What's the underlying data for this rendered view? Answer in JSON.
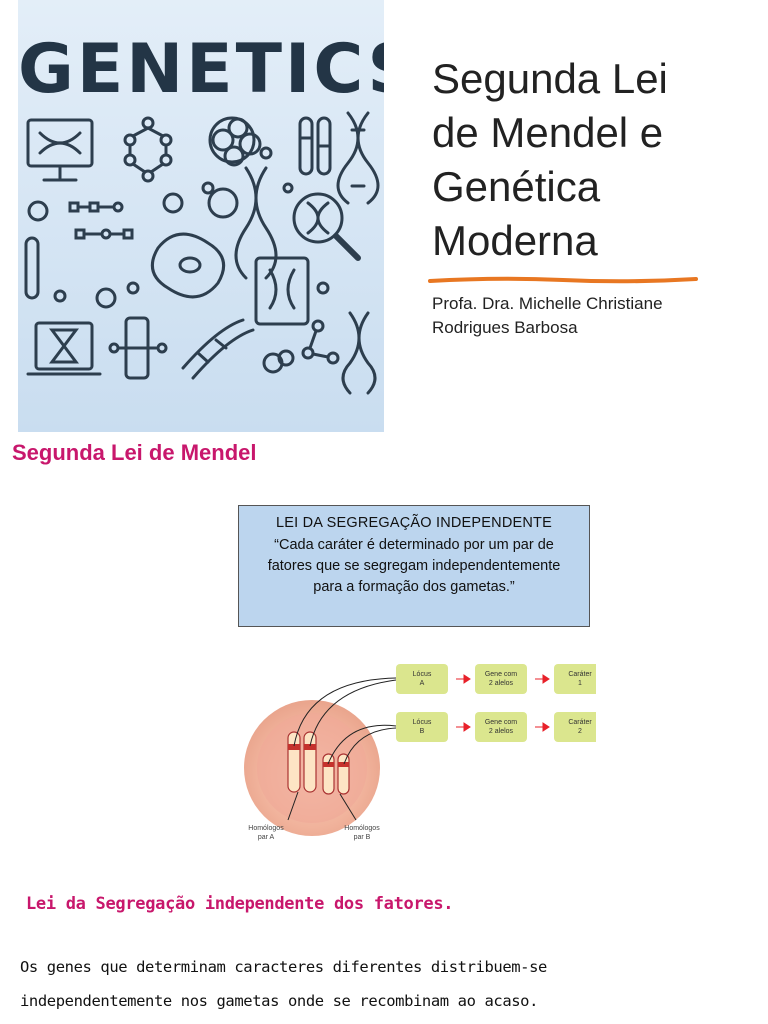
{
  "cover": {
    "title": "GENETICS"
  },
  "header": {
    "title_lines": [
      "Segunda Lei",
      "de Mendel e",
      "Genética",
      "Moderna"
    ],
    "rule_color": "#e87722",
    "author_lines": [
      "Profa. Dra. Michelle Christiane",
      "Rodrigues Barbosa"
    ]
  },
  "section": {
    "title": "Segunda Lei de Mendel"
  },
  "law_box": {
    "heading": "LEI DA SEGREGAÇÃO INDEPENDENTE",
    "quote_lines": [
      "“Cada caráter é determinado por um par de",
      "fatores que se segregam independentemente",
      "para a formação dos gametas.”"
    ]
  },
  "diagram": {
    "rows": [
      {
        "locus": [
          "Lócus",
          "A"
        ],
        "gene": [
          "Gene com",
          "2 alelos"
        ],
        "trait": [
          "Caráter",
          "1"
        ]
      },
      {
        "locus": [
          "Lócus",
          "B"
        ],
        "gene": [
          "Gene com",
          "2 alelos"
        ],
        "trait": [
          "Caráter",
          "2"
        ]
      }
    ],
    "homolog_labels": [
      [
        "Homólogos",
        "par A"
      ],
      [
        "Homólogos",
        "par B"
      ]
    ],
    "box_color": "#dbe68e",
    "arrow_color": "#e8212a"
  },
  "footer": {
    "law_subtitle": "Lei da Segregação independente dos fatores.",
    "body_lines": [
      "Os genes que determinam caracteres diferentes distribuem-se",
      "independentemente nos gametas onde se recombinam ao acaso."
    ]
  }
}
